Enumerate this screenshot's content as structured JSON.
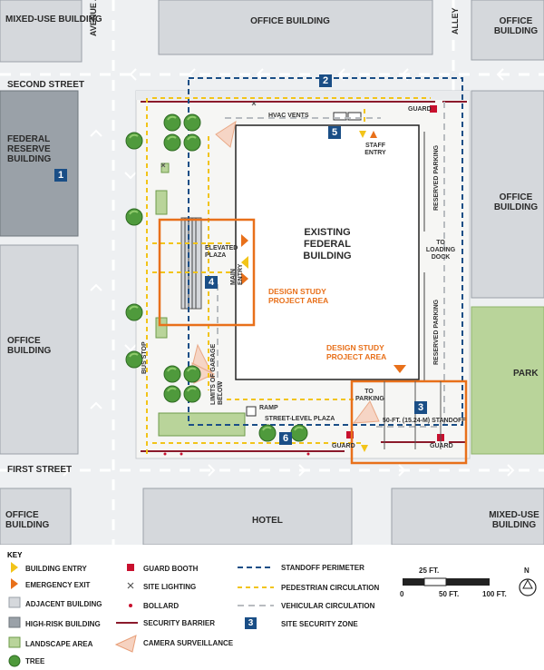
{
  "streets": {
    "second_street": "SECOND STREET",
    "first_street": "FIRST STREET",
    "avenue_a": "AVENUE A",
    "alley": "ALLEY"
  },
  "buildings": {
    "mixed_use_tl": "MIXED-USE BUILDING",
    "office_top": "OFFICE BUILDING",
    "office_tr": "OFFICE BUILDING",
    "federal_reserve": "FEDERAL RESERVE BUILDING",
    "office_left": "OFFICE BUILDING",
    "office_right": "OFFICE BUILDING",
    "park": "PARK",
    "office_bl": "OFFICE BUILDING",
    "hotel": "HOTEL",
    "mixed_use_br": "MIXED-USE BUILDING",
    "existing_federal": "EXISTING FEDERAL BUILDING"
  },
  "annotations": {
    "hvac_vents": "HVAC VENTS",
    "staff_entry": "STAFF ENTRY",
    "guard_top": "GUARD",
    "reserved_parking_top": "RESERVED PARKING",
    "to_loading_dock": "TO LOADING DOCK",
    "reserved_parking_bottom": "RESERVED PARKING",
    "elevated_plaza": "ELEVATED PLAZA",
    "main_entry": "MAIN ENTRY",
    "design_study_left": "DESIGN STUDY PROJECT AREA",
    "design_study_right": "DESIGN STUDY PROJECT AREA",
    "bus_stop": "BUS STOP",
    "limits_of_garage": "LIMITS OF GARAGE BELOW",
    "ramp": "RAMP",
    "to_parking": "TO PARKING",
    "standoff": "50-FT. (15.24-m) STANDOFF",
    "street_level_plaza": "STREET-LEVEL PLAZA",
    "guard_bottom_left": "GUARD",
    "guard_bottom_right": "GUARD"
  },
  "zones": {
    "z1": "1",
    "z2": "2",
    "z3": "3",
    "z4": "4",
    "z5": "5",
    "z6": "6"
  },
  "key": {
    "title": "KEY",
    "items": {
      "building_entry": "BUILDING ENTRY",
      "emergency_exit": "EMERGENCY EXIT",
      "adjacent_building": "ADJACENT BUILDING",
      "high_risk_building": "HIGH-RISK BUILDING",
      "landscape_area": "LANDSCAPE AREA",
      "tree": "TREE",
      "guard_booth": "GUARD BOOTH",
      "site_lighting": "SITE LIGHTING",
      "bollard": "BOLLARD",
      "security_barrier": "SECURITY BARRIER",
      "camera_surveillance": "CAMERA SURVEILLANCE",
      "standoff_perimeter": "STANDOFF PERIMETER",
      "pedestrian_circulation": "PEDESTRIAN CIRCULATION",
      "vehicular_circulation": "VEHICULAR CIRCULATION",
      "site_security_zone": "SITE SECURITY ZONE",
      "zone_symbol": "3"
    },
    "scale": {
      "label_25": "25 FT.",
      "label_0": "0",
      "label_50": "50 FT.",
      "label_100": "100 FT."
    },
    "north": "N"
  },
  "colors": {
    "navy": "#1a4e86",
    "orange": "#e8701a",
    "yellow": "#f2c419",
    "red": "#c8102e",
    "security_barrier": "#8b1a2b",
    "adjacent_building": "#d5d8dc",
    "high_risk_building": "#9aa1a8",
    "landscape": "#b9d49a",
    "tree": "#4f9a3c"
  }
}
